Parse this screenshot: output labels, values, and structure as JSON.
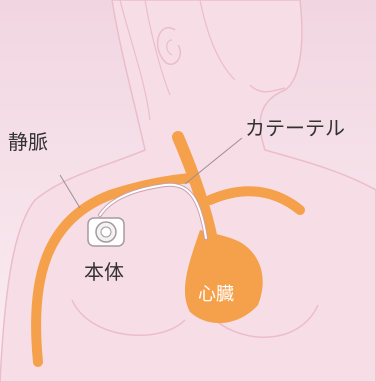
{
  "labels": {
    "vein": "静脈",
    "catheter": "カテーテル",
    "device": "本体",
    "heart": "心臓"
  },
  "colors": {
    "background_top": "#f1d6e1",
    "background_bottom": "#fbedf2",
    "body_fill": "#f7dde6",
    "body_outline": "#ebbdcb",
    "vessel": "#f5a04b",
    "catheter": "#ffffff",
    "leader_line": "#9a8f93",
    "text": "#333333"
  },
  "icons": [
    "port-device-icon"
  ]
}
